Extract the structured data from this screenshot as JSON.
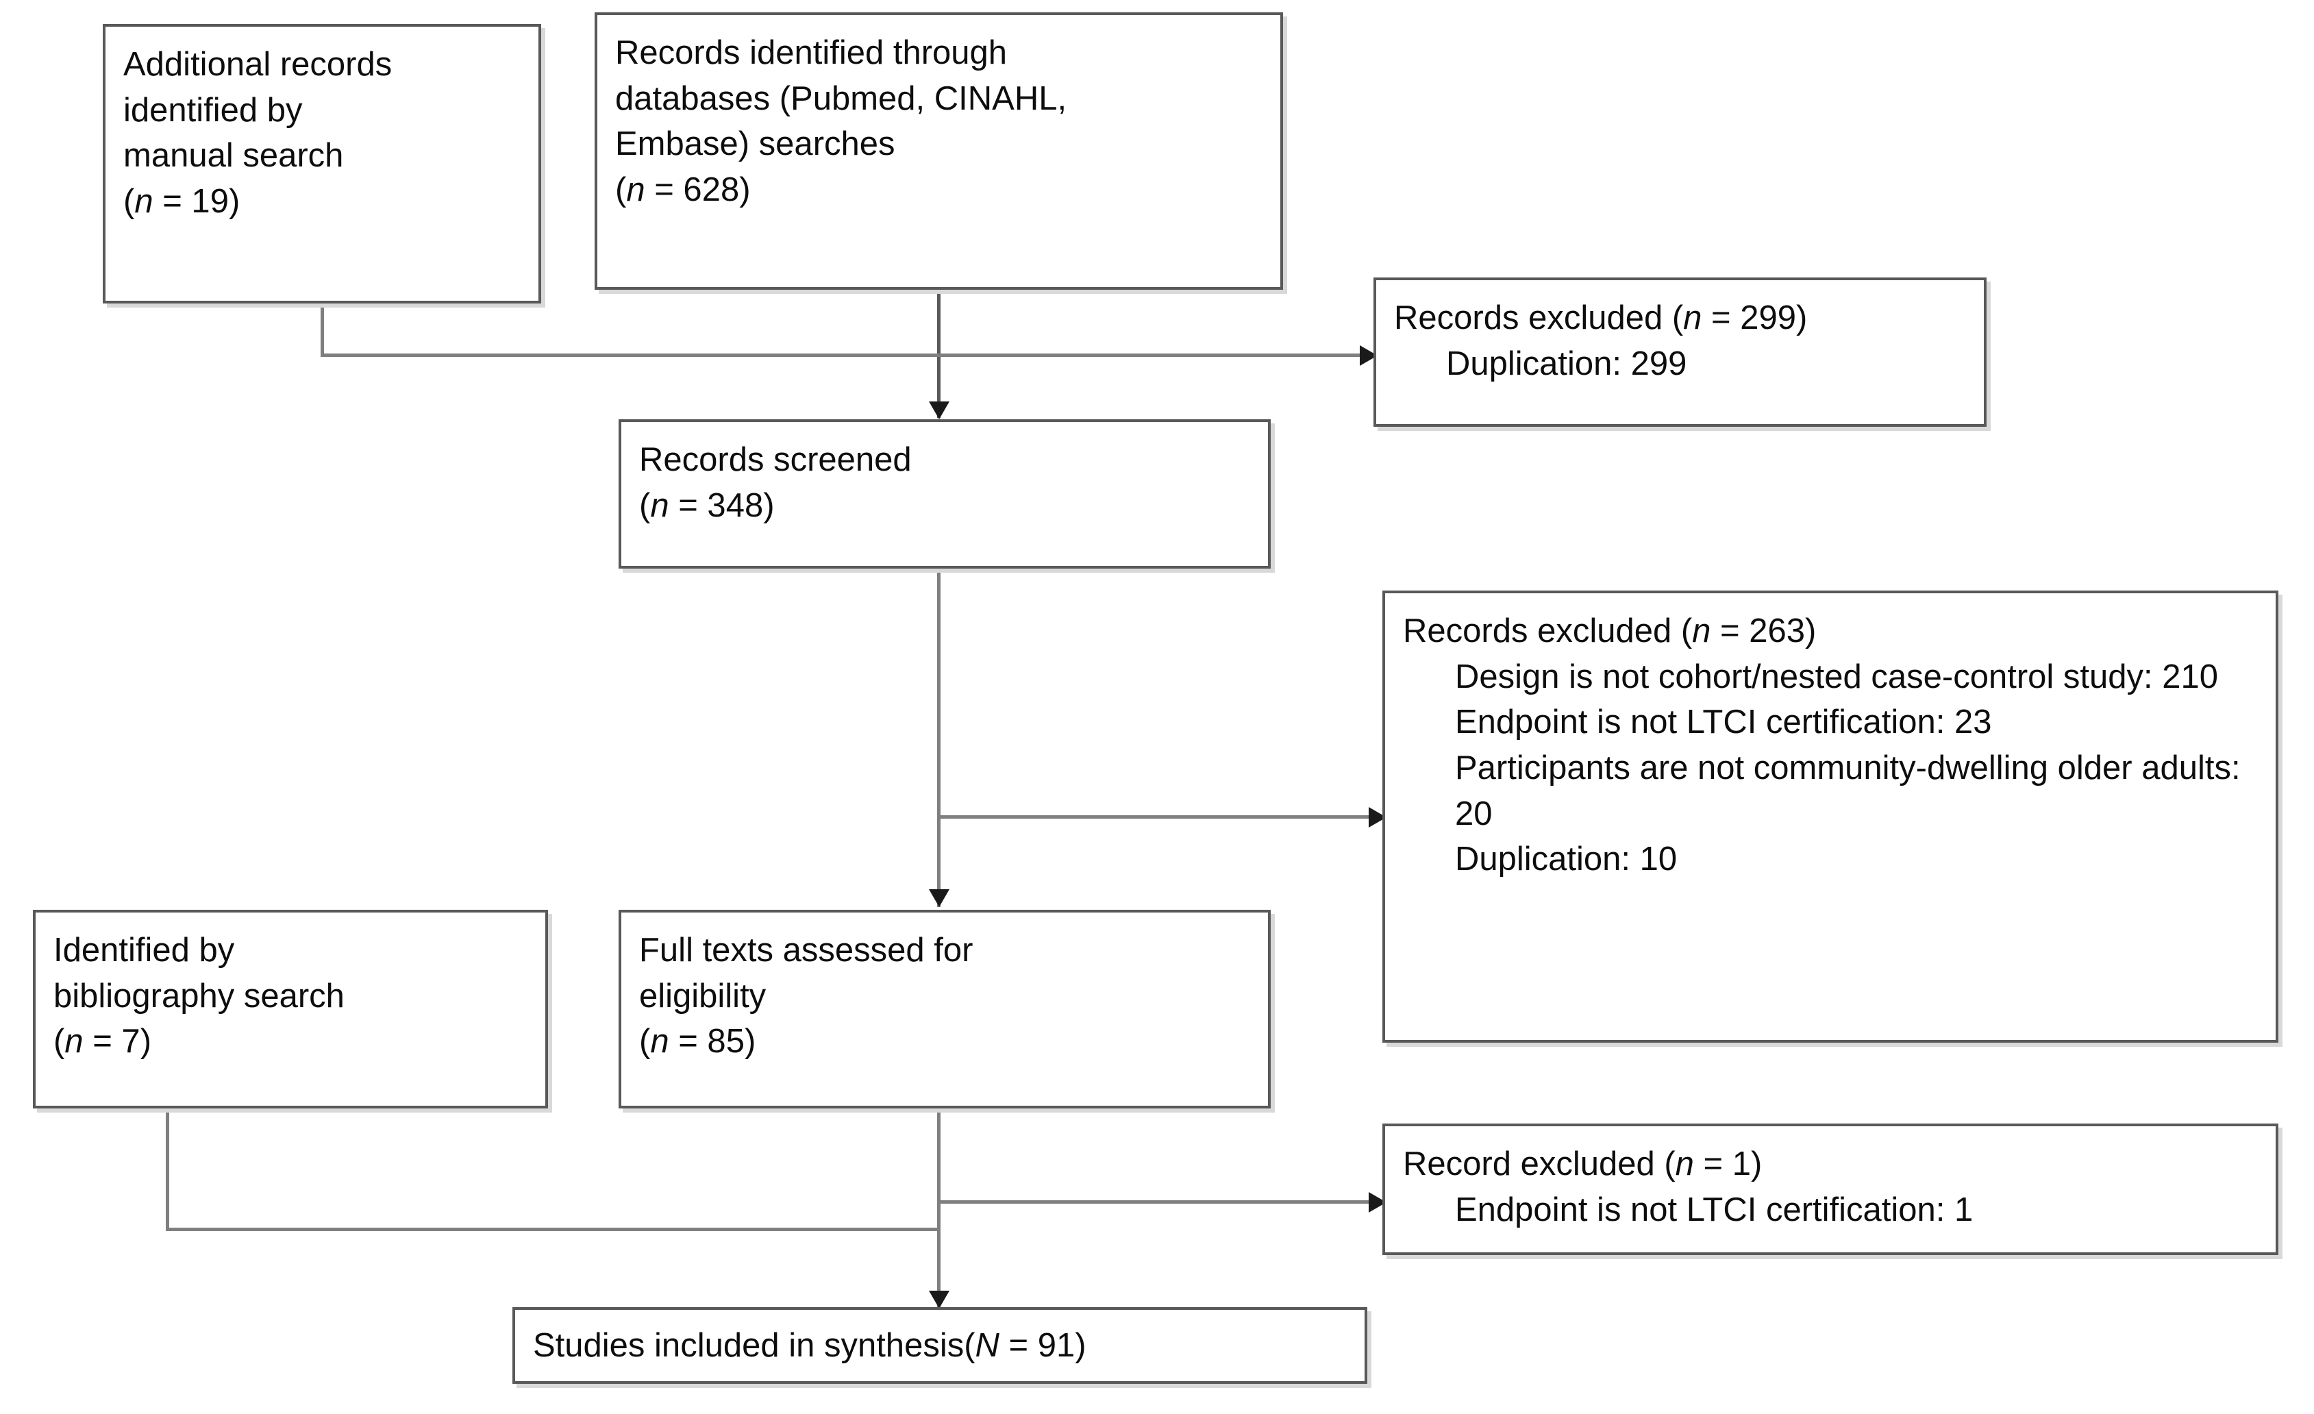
{
  "diagram": {
    "type": "prisma-flow-diagram",
    "title": "",
    "nodes": {
      "additional_records": {
        "lines": [
          "Additional records",
          "identified by",
          "manual search",
          "(n = 19)"
        ],
        "text": "Additional records identified by manual search (n = 19)",
        "count_label": "n = 19",
        "count": 19
      },
      "records_identified": {
        "lines": [
          "Records identified through",
          "databases (Pubmed, CINAHL,",
          "Embase) searches",
          "(n = 628)"
        ],
        "text": "Records identified through databases (Pubmed, CINAHL, Embase) searches (n = 628)",
        "count_label": "n = 628",
        "count": 628,
        "databases": [
          "Pubmed",
          "CINAHL",
          "Embase"
        ]
      },
      "records_excluded_299": {
        "heading": "Records excluded (n = 299)",
        "count_label": "n = 299",
        "count": 299,
        "reasons": [
          {
            "label": "Duplication: 299",
            "reason": "Duplication",
            "value": 299
          }
        ]
      },
      "records_screened": {
        "lines": [
          "Records screened",
          "(n = 348)"
        ],
        "text": "Records screened (n = 348)",
        "count_label": "n = 348",
        "count": 348
      },
      "records_excluded_263": {
        "heading": "Records excluded (n = 263)",
        "count_label": "n = 263",
        "count": 263,
        "reasons": [
          {
            "label": "Design is not cohort/nested case-control study: 210",
            "reason": "Design is not cohort/nested case-control study",
            "value": 210
          },
          {
            "label": "Endpoint is not LTCI certification: 23",
            "reason": "Endpoint is not LTCI certification",
            "value": 23
          },
          {
            "label": "Participants are not community-dwelling older adults: 20",
            "reason": "Participants are not community-dwelling older adults",
            "value": 20
          },
          {
            "label": "Duplication: 10",
            "reason": "Duplication",
            "value": 10
          }
        ]
      },
      "identified_bibliography": {
        "lines": [
          "Identified by",
          "bibliography search",
          "(n = 7)"
        ],
        "text": "Identified by bibliography search (n = 7)",
        "count_label": "n = 7",
        "count": 7
      },
      "full_texts": {
        "lines": [
          "Full texts assessed for",
          "eligibility",
          "(n = 85)"
        ],
        "text": "Full texts assessed for eligibility (n = 85)",
        "count_label": "n = 85",
        "count": 85
      },
      "record_excluded_1": {
        "heading": "Record excluded (n = 1)",
        "count_label": "n = 1",
        "count": 1,
        "reasons": [
          {
            "label": "Endpoint is not LTCI certification: 1",
            "reason": "Endpoint is not LTCI certification",
            "value": 1
          }
        ]
      },
      "studies_included": {
        "text": "Studies included in synthesis(N = 91)",
        "count_label": "N = 91",
        "count": 91
      }
    },
    "colors": {
      "box_border": "#595959",
      "box_fill": "#ffffff",
      "connector": "#7f7f7f",
      "arrow": "#1a1a1a",
      "text": "#0d0d0d",
      "shadow": "#d9d9d9"
    }
  }
}
